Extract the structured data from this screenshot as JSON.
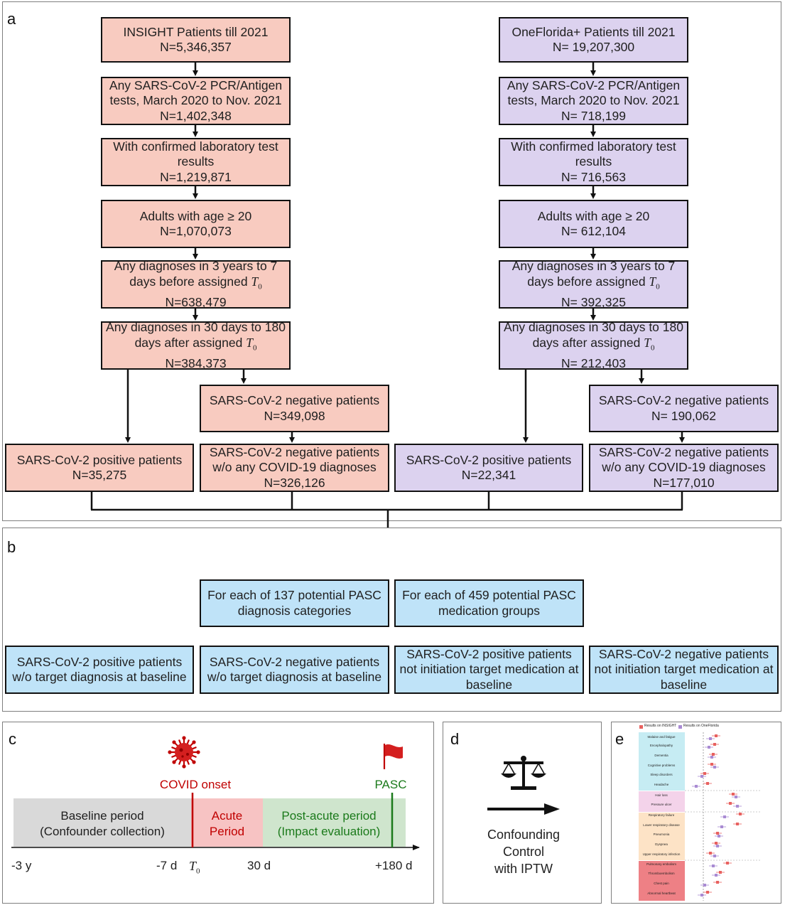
{
  "panels": {
    "a": "a",
    "b": "b",
    "c": "c",
    "d": "d",
    "e": "e"
  },
  "insight": [
    {
      "l1": "INSIGHT Patients till 2021",
      "l2": "N=5,346,357"
    },
    {
      "l1": "Any SARS-CoV-2 PCR/Antigen",
      "l2": "tests, March 2020 to Nov. 2021",
      "l3": "N=1,402,348"
    },
    {
      "l1": "With confirmed laboratory test",
      "l2": "results",
      "l3": "N=1,219,871"
    },
    {
      "l1": "Adults with age ≥ 20",
      "l2": "N=1,070,073"
    },
    {
      "l1": "Any diagnoses in 3 years to 7",
      "l2": "days before assigned",
      "l3": "N=638,479"
    },
    {
      "l1": "Any diagnoses in 30 days to 180",
      "l2": "days after assigned",
      "l3": "N=384,373"
    }
  ],
  "insight_neg": {
    "l1": "SARS-CoV-2 negative patients",
    "l2": "N=349,098"
  },
  "insight_pos": {
    "l1": "SARS-CoV-2 positive patients",
    "l2": "N=35,275"
  },
  "insight_neg2": {
    "l1": "SARS-CoV-2 negative patients",
    "l2": "w/o any COVID-19 diagnoses",
    "l3": "N=326,126"
  },
  "onefl": [
    {
      "l1": "OneFlorida+ Patients till 2021",
      "l2": "N= 19,207,300"
    },
    {
      "l1": "Any SARS-CoV-2 PCR/Antigen",
      "l2": "tests, March 2020 to Nov. 2021",
      "l3": "N= 718,199"
    },
    {
      "l1": "With confirmed laboratory test",
      "l2": "results",
      "l3": "N= 716,563"
    },
    {
      "l1": "Adults with age ≥ 20",
      "l2": "N= 612,104"
    },
    {
      "l1": "Any diagnoses in 3 years to 7",
      "l2": "days before assigned",
      "l3": "N= 392,325"
    },
    {
      "l1": "Any diagnoses in 30 days to 180",
      "l2": "days after assigned",
      "l3": "N= 212,403"
    }
  ],
  "onefl_neg": {
    "l1": "SARS-CoV-2 negative patients",
    "l2": "N= 190,062"
  },
  "onefl_pos": {
    "l1": "SARS-CoV-2 positive patients",
    "l2": "N=22,341"
  },
  "onefl_neg2": {
    "l1": "SARS-CoV-2 negative patients",
    "l2": "w/o any COVID-19 diagnoses",
    "l3": "N=177,010"
  },
  "t0": {
    "t": "T",
    "sub": "0"
  },
  "b": {
    "diag": {
      "l1": "For each of 137 potential PASC",
      "l2": "diagnosis categories"
    },
    "med": {
      "l1": "For each of 459 potential PASC",
      "l2": "medication groups"
    },
    "o1": {
      "l1": "SARS-CoV-2 positive patients",
      "l2": "w/o target diagnosis at baseline"
    },
    "o2": {
      "l1": "SARS-CoV-2 negative patients",
      "l2": "w/o target diagnosis at baseline"
    },
    "o3": {
      "l1": "SARS-CoV-2 positive patients",
      "l2": "not initiation target medication at",
      "l3": "baseline"
    },
    "o4": {
      "l1": "SARS-CoV-2 negative patients",
      "l2": "not initiation target medication at",
      "l3": "baseline"
    }
  },
  "c": {
    "covid_onset": "COVID onset",
    "pasc": "PASC",
    "baseline1": "Baseline period",
    "baseline2": "(Confounder collection)",
    "acute1": "Acute",
    "acute2": "Period",
    "post1": "Post-acute period",
    "post2": "(Impact evaluation)",
    "ticks": {
      "m3y": "-3 y",
      "m7d": "-7 d",
      "d30": "30 d",
      "d180": "+180 d"
    },
    "colors": {
      "baseline": "#d9d9d9",
      "acute": "#f7c3c3",
      "post": "#cfe5cd",
      "red": "#c00000",
      "green": "#1b7a1b"
    }
  },
  "d": {
    "l1": "Confounding",
    "l2": "Control",
    "l3": "with IPTW"
  },
  "e": {
    "legend1": "Results on INSIGHT",
    "legend2": "Results on OneFlorida",
    "rows": [
      "Malaise and fatigue",
      "Encephalopathy",
      "Dementia",
      "Cognitive problems",
      "Sleep disorders",
      "Headache",
      "Hair loss",
      "Pressure ulcer",
      "Respiratory failure",
      "Lower respiratory disease",
      "Pneumonia",
      "Dyspnea",
      "Upper respiratory infection",
      "Pulmonary embolism",
      "Thromboembolism",
      "Chest pain",
      "Abnormal heartbeat"
    ]
  }
}
